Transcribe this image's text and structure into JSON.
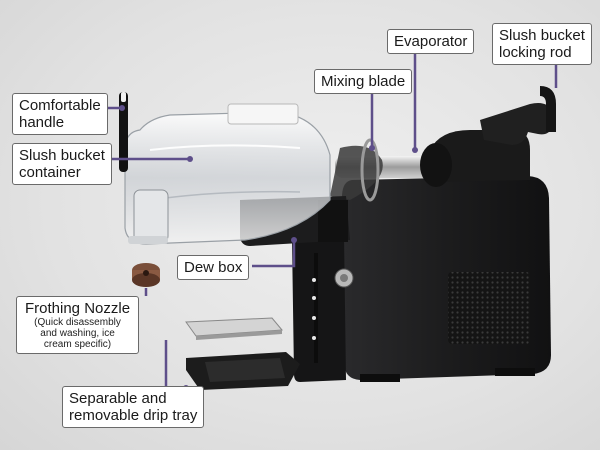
{
  "labels": {
    "evaporator": "Evaporator",
    "slush_bucket_locking_rod": [
      "Slush bucket",
      "locking rod"
    ],
    "mixing_blade": "Mixing blade",
    "comfortable_handle": [
      "Comfortable",
      "handle"
    ],
    "slush_bucket_container": [
      "Slush bucket",
      "container"
    ],
    "dew_box": "Dew box",
    "frothing_nozzle": "Frothing Nozzle",
    "frothing_nozzle_note": [
      "(Quick disassembly",
      "and washing, ice",
      "cream specific)"
    ],
    "drip_tray": [
      "Separable and",
      "removable drip tray"
    ]
  },
  "colors": {
    "leader_line": "#5e4f8a",
    "machine_body": "#1b1b1c",
    "background": "#e3e3e3"
  }
}
